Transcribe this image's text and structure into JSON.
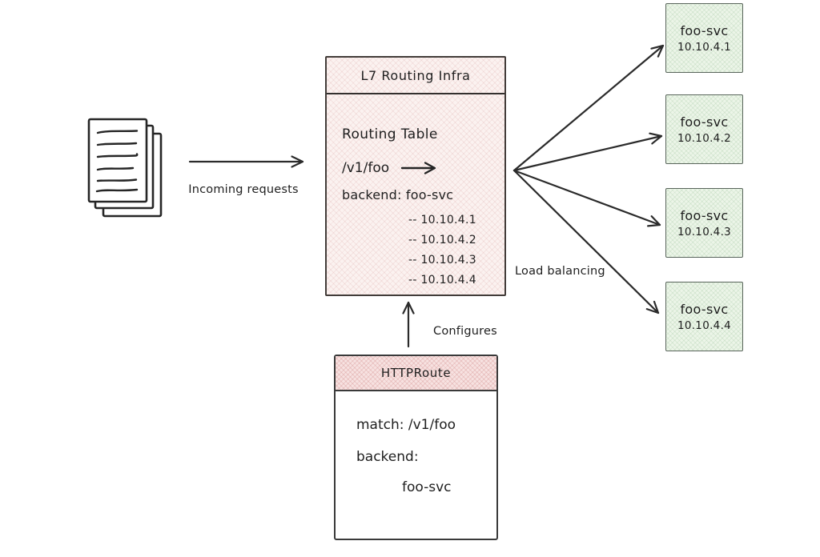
{
  "labels": {
    "incoming": "Incoming requests",
    "load_balancing": "Load balancing",
    "configures": "Configures"
  },
  "router": {
    "title": "L7 Routing Infra",
    "table_heading": "Routing Table",
    "route_path": "/v1/foo",
    "backend": "backend: foo-svc",
    "endpoints": [
      "-- 10.10.4.1",
      "-- 10.10.4.2",
      "-- 10.10.4.3",
      "-- 10.10.4.4"
    ]
  },
  "httproute": {
    "title": "HTTPRoute",
    "match": "match: /v1/foo",
    "backend_key": "backend:",
    "backend_value": "foo-svc"
  },
  "services": [
    {
      "name": "foo-svc",
      "ip": "10.10.4.1"
    },
    {
      "name": "foo-svc",
      "ip": "10.10.4.2"
    },
    {
      "name": "foo-svc",
      "ip": "10.10.4.3"
    },
    {
      "name": "foo-svc",
      "ip": "10.10.4.4"
    }
  ],
  "icons": {
    "documents": "document-stack-icon",
    "route_arrow": "right-arrow-icon"
  },
  "colors": {
    "stroke": "#2b2b2b",
    "router_fill": "#fbf2f0",
    "header_fill": "#f7e2e1",
    "service_fill": "#ecf5e8",
    "background": "#ffffff"
  }
}
